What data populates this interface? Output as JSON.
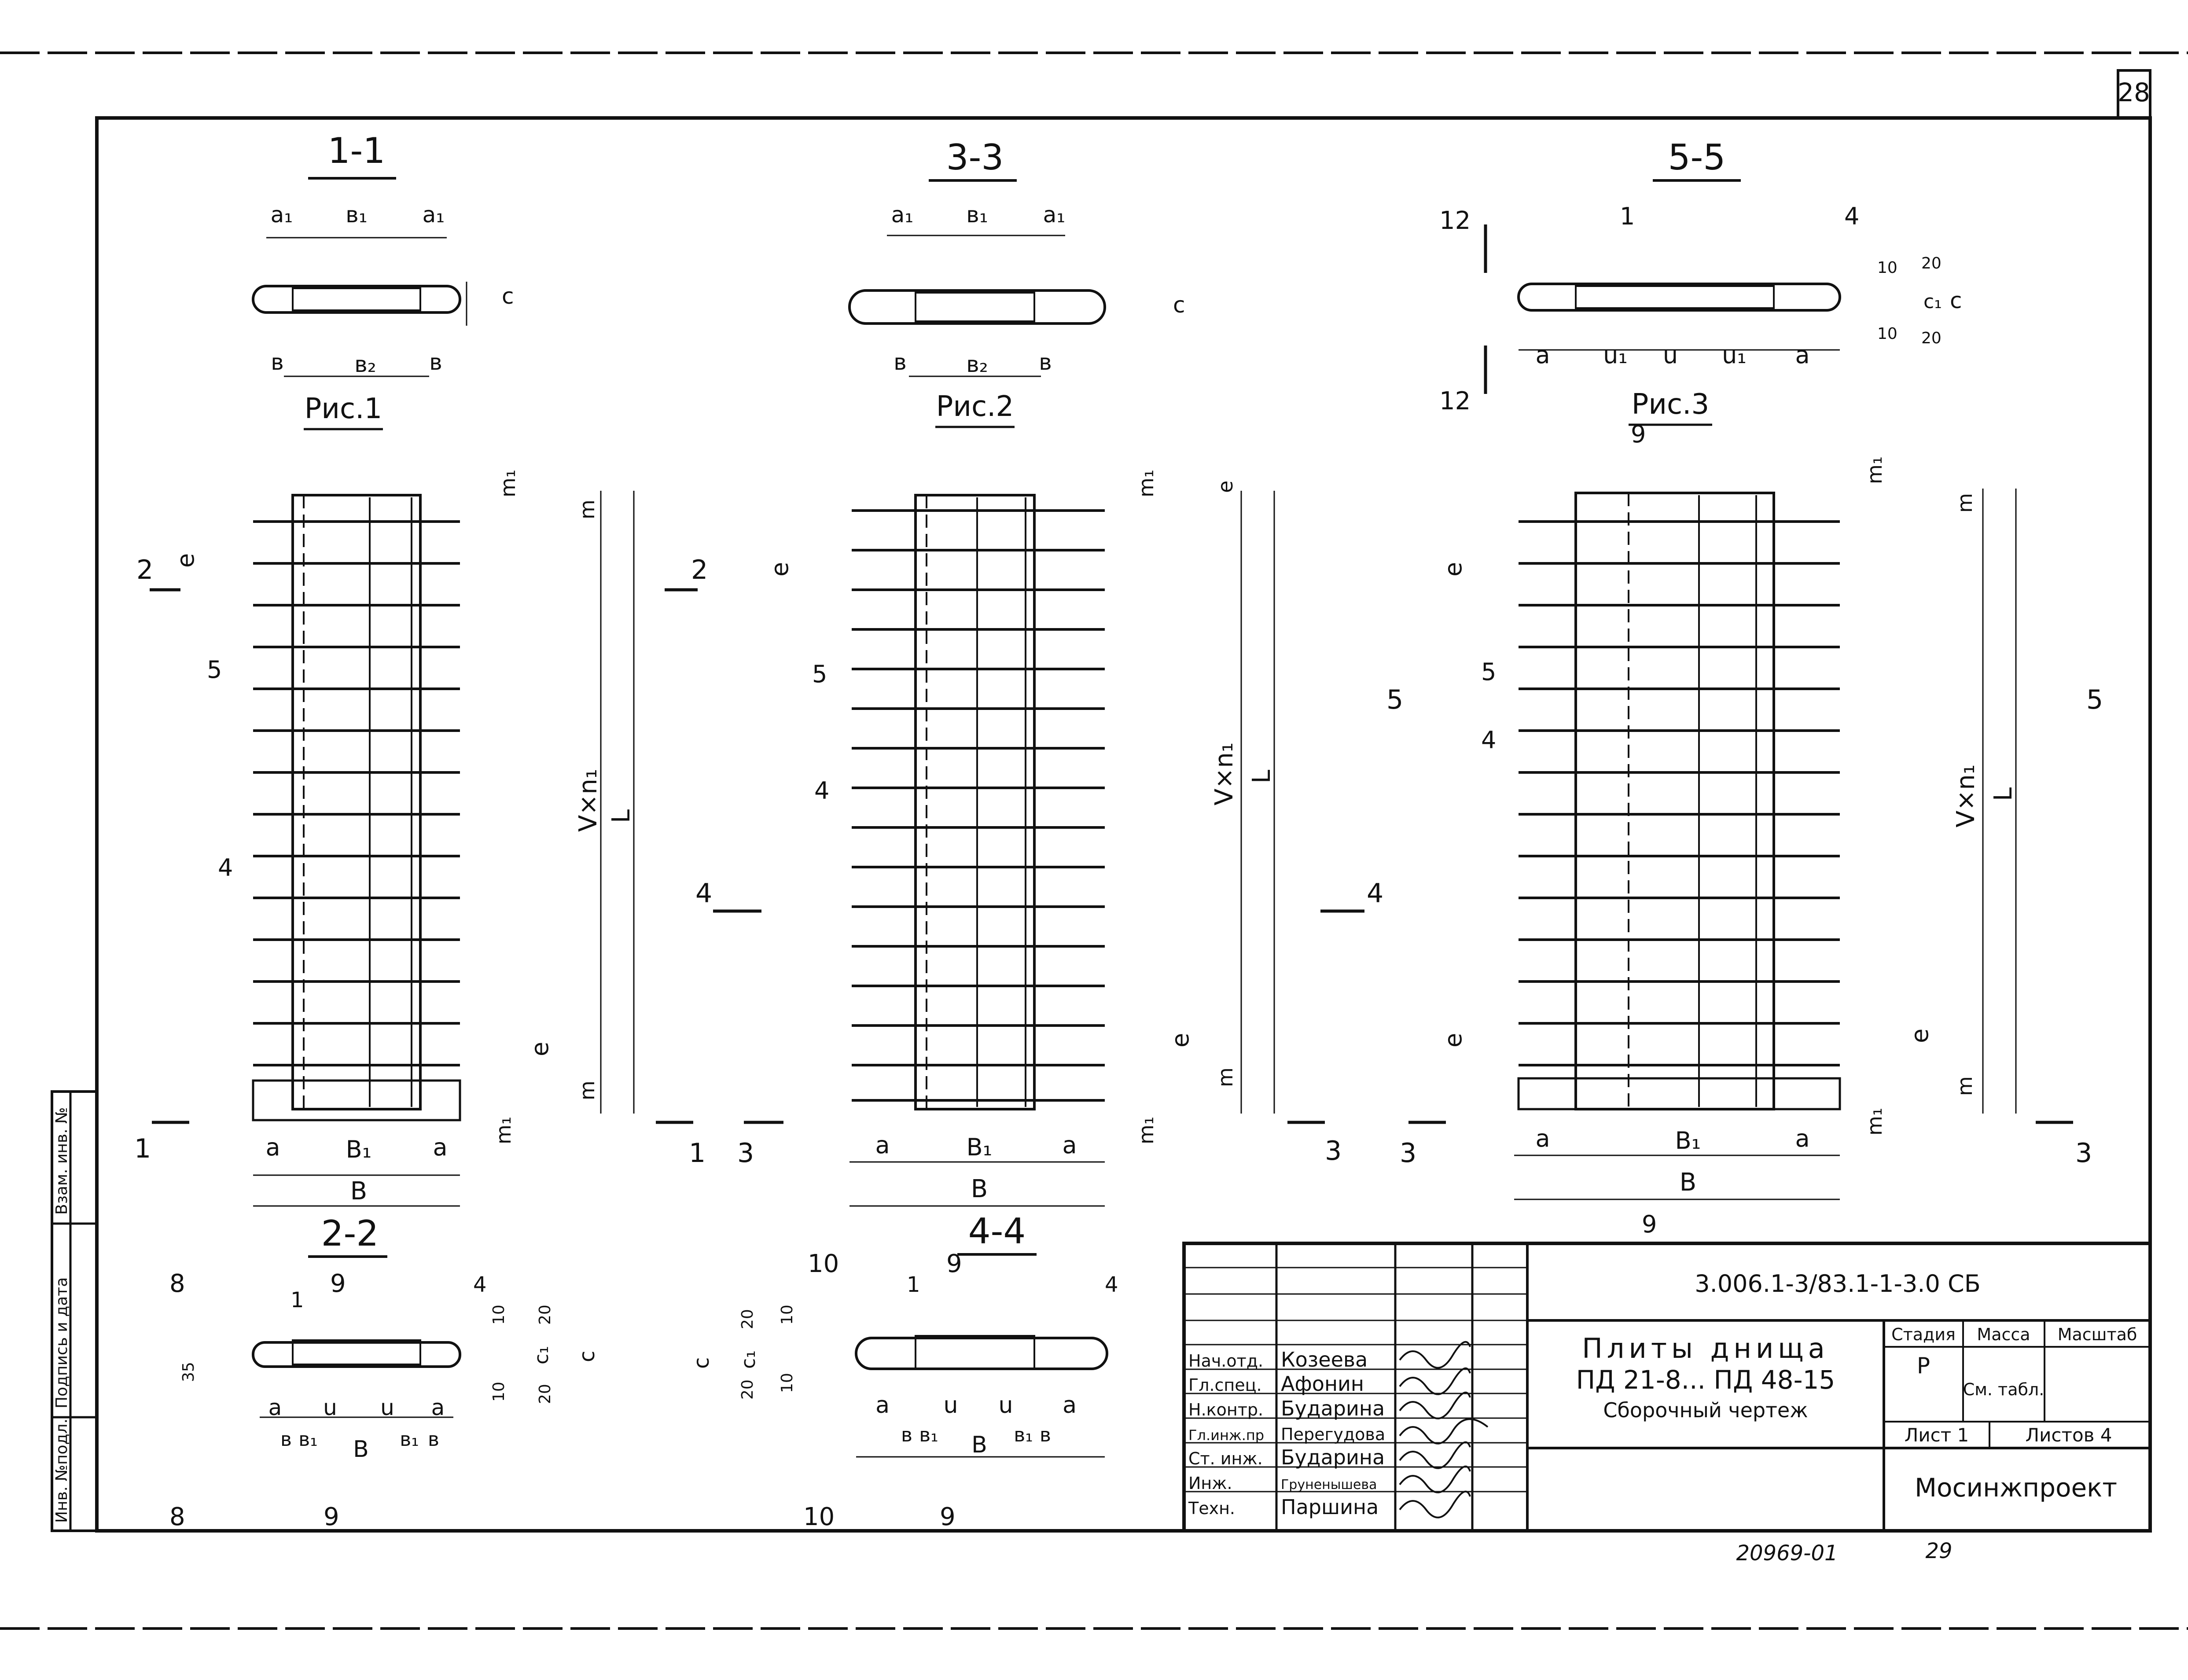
{
  "sheet": {
    "page_number": "28",
    "bottom_number": "20969-01",
    "bottom_page": "29"
  },
  "views": {
    "section_1_1": "1-1",
    "section_3_3": "3-3",
    "section_5_5": "5-5",
    "section_2_2": "2-2",
    "section_4_4": "4-4",
    "fig1": "Рис.1",
    "fig2": "Рис.2",
    "fig3": "Рис.3"
  },
  "dims": {
    "a": "a",
    "a1": "a₁",
    "b": "в",
    "b1": "в₁",
    "b2": "в₂",
    "B": "B",
    "B1": "B₁",
    "c": "c",
    "c1": "c₁",
    "u": "u",
    "u1": "u₁",
    "e": "e",
    "m": "m",
    "m1": "m₁",
    "L": "L",
    "vn1": "V×n₁",
    "d10": "10",
    "d20": "20",
    "d35": "35"
  },
  "marks": {
    "m1": "1",
    "m2": "2",
    "m3": "3",
    "m4": "4",
    "m5": "5",
    "m8": "8",
    "m9": "9",
    "m10": "10",
    "m12": "12"
  },
  "title_block": {
    "doc_code": "3.006.1-3/83.1-1-3.0 СБ",
    "title_line1": "Плиты днища",
    "title_line2": "ПД 21-8... ПД 48-15",
    "title_line3": "Сборочный чертеж",
    "stage_label": "Стадия",
    "mass_label": "Масса",
    "scale_label": "Масштаб",
    "stage_value": "Р",
    "mass_value": "См. табл.",
    "sheet_label": "Лист 1",
    "sheets_label": "Листов 4",
    "organization": "Мосинжпроект",
    "staff": [
      {
        "role": "Нач.отд.",
        "name": "Козеева"
      },
      {
        "role": "Гл.спец.",
        "name": "Афонин"
      },
      {
        "role": "Н.контр.",
        "name": "Бударина"
      },
      {
        "role": "Гл.инж.пр",
        "name": "Перегудова"
      },
      {
        "role": "Ст. инж.",
        "name": "Бударина"
      },
      {
        "role": "Инж.",
        "name": "Груненышева"
      },
      {
        "role": "Техн.",
        "name": "Паршина"
      }
    ]
  },
  "side_stamp": {
    "inv_no": "Инв. №подл.",
    "sign_date": "Подпись и дата",
    "replace_inv": "Взам. инв. №"
  }
}
